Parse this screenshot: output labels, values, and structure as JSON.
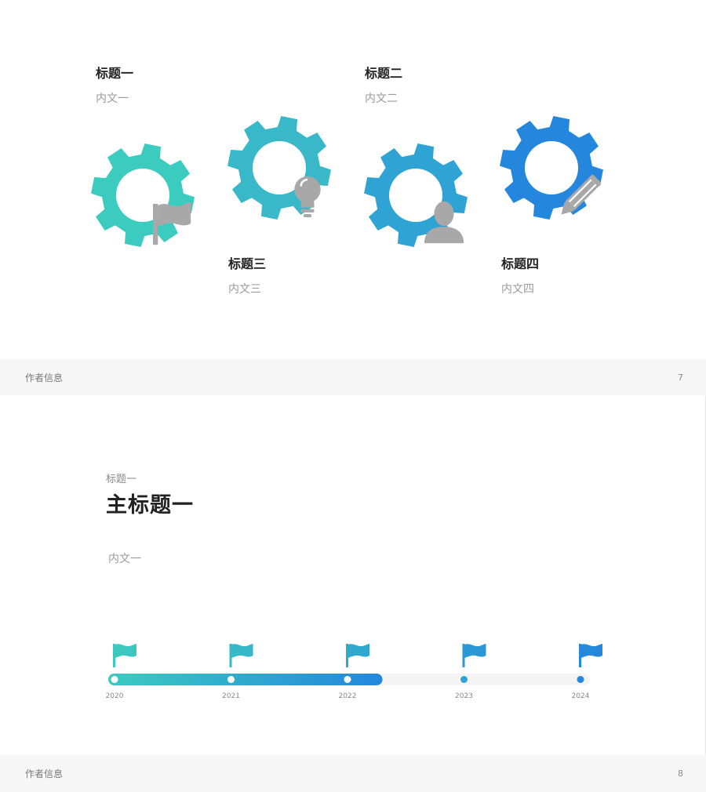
{
  "colors": {
    "gear1": "#3ccbbf",
    "gear2": "#38b8c8",
    "gear3": "#2fa3d3",
    "gear4": "#2486dc",
    "icon_gray": "#a8a8a8",
    "track": "#f4f4f4"
  },
  "slide7": {
    "items": [
      {
        "title": "标题一",
        "body": "内文一",
        "icon": "flag-icon"
      },
      {
        "title": "标题二",
        "body": "内文二",
        "icon": "lightbulb-icon"
      },
      {
        "title": "标题三",
        "body": "内文三",
        "icon": "user-icon"
      },
      {
        "title": "标题四",
        "body": "内文四",
        "icon": "pencil-icon"
      }
    ],
    "footer": {
      "author": "作者信息",
      "page": "7"
    }
  },
  "slide8": {
    "subtitle": "标题一",
    "title": "主标题一",
    "body": "内文一",
    "timeline": {
      "years": [
        "2020",
        "2021",
        "2022",
        "2023",
        "2024"
      ],
      "progress_years_completed": 2.3
    },
    "footer": {
      "author": "作者信息",
      "page": "8"
    }
  }
}
